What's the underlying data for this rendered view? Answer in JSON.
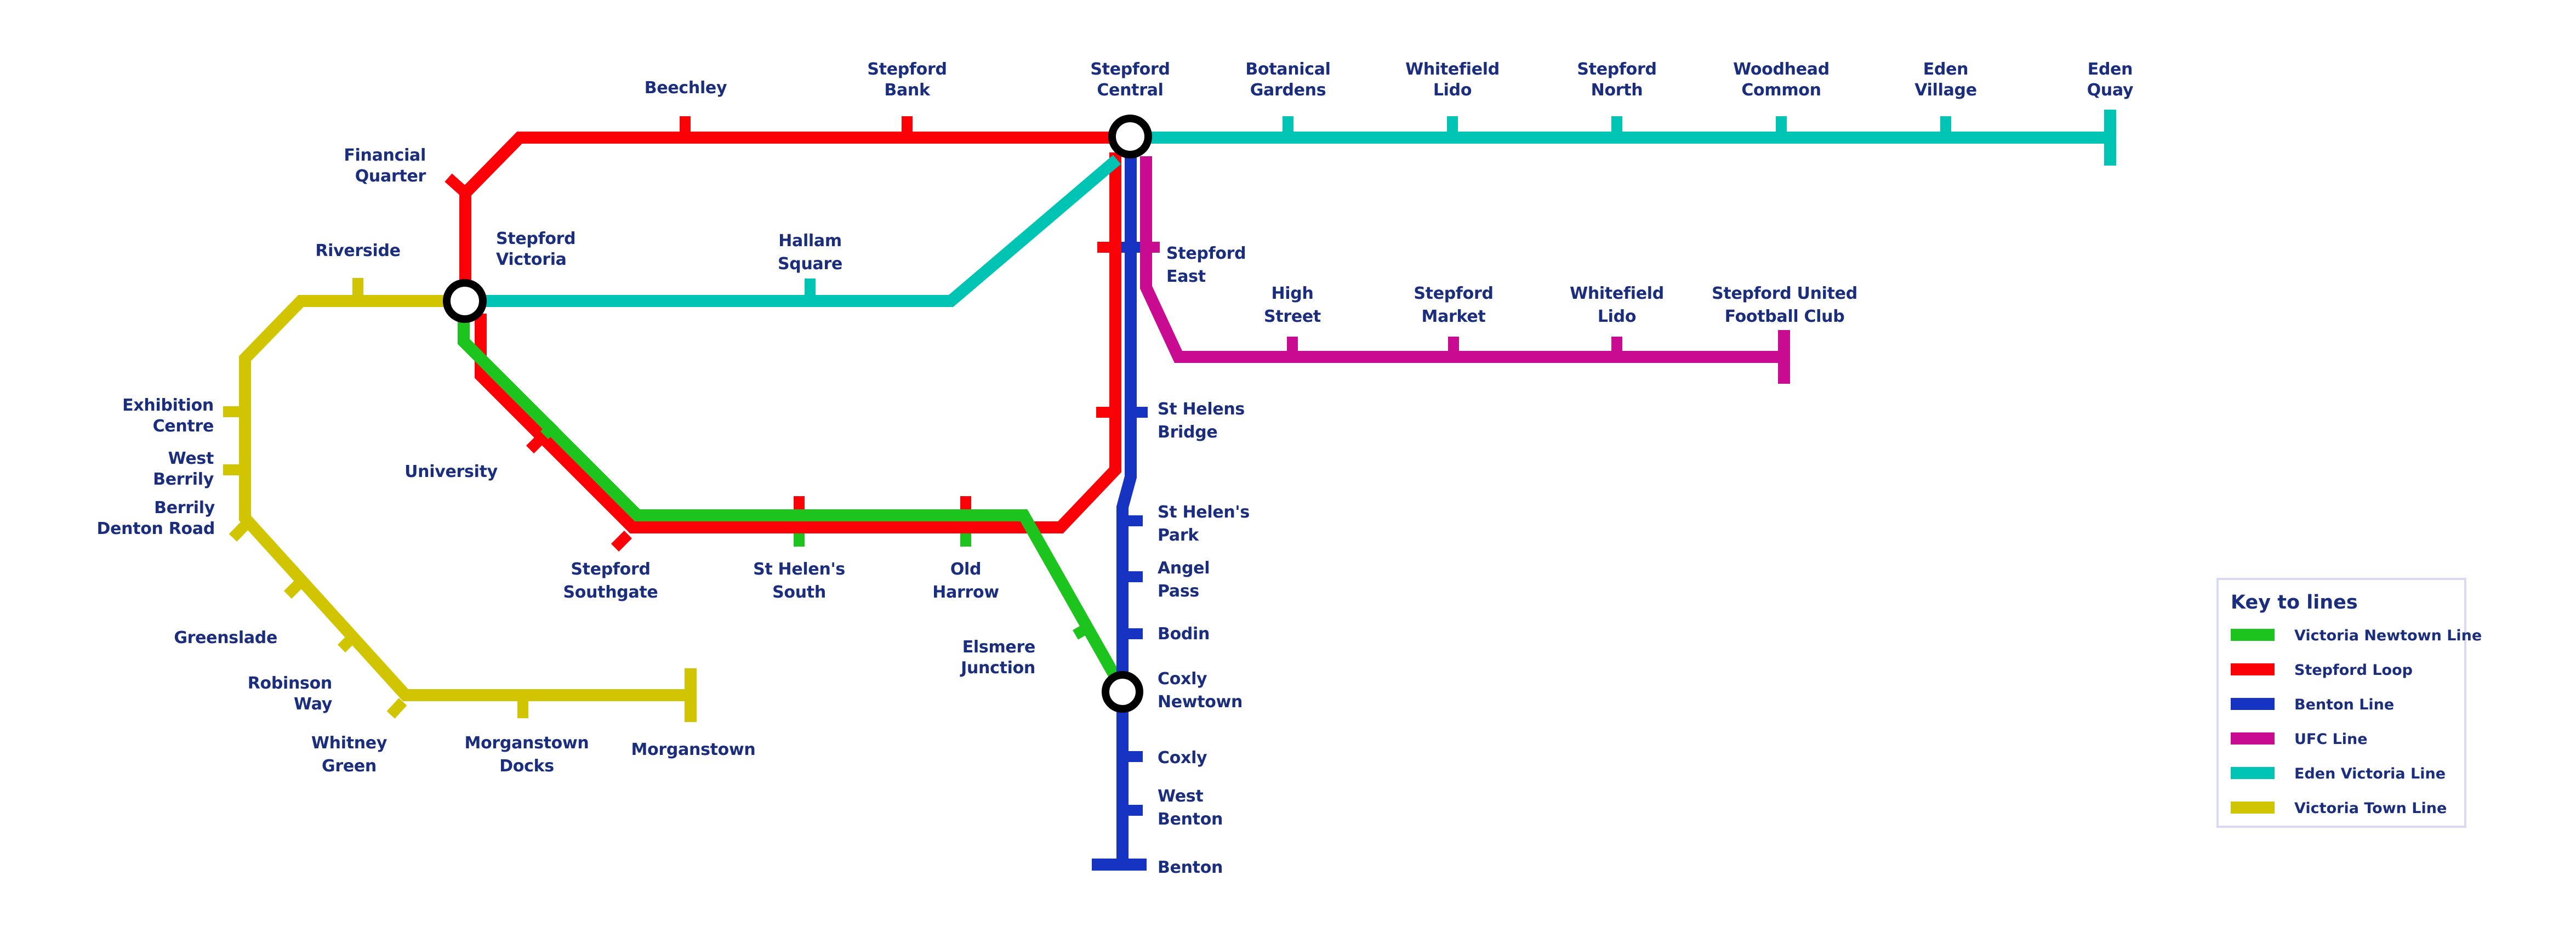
{
  "colors": {
    "navy": "#1b2e7e",
    "red": "#fb0007",
    "green": "#1ec41e",
    "blue": "#1733c2",
    "magenta": "#c90b92",
    "teal": "#00c4b3",
    "yellow": "#d1c400",
    "interchange_ring": "#000000",
    "interchange_fill": "#ffffff",
    "legend_border": "#d9d9f2",
    "background": "#ffffff"
  },
  "legend": {
    "title": "Key to lines",
    "items": [
      {
        "label": "Victoria Newtown Line",
        "color": "#1ec41e"
      },
      {
        "label": "Stepford Loop",
        "color": "#fb0007"
      },
      {
        "label": "Benton Line",
        "color": "#1733c2"
      },
      {
        "label": "UFC Line",
        "color": "#c90b92"
      },
      {
        "label": "Eden Victoria Line",
        "color": "#00c4b3"
      },
      {
        "label": "Victoria Town Line",
        "color": "#d1c400"
      }
    ]
  },
  "stations": {
    "beechley": [
      "Beechley"
    ],
    "stepford_bank": [
      "Stepford",
      "Bank"
    ],
    "stepford_central": [
      "Stepford",
      "Central"
    ],
    "botanical_gardens": [
      "Botanical",
      "Gardens"
    ],
    "whitefield_lido_north": [
      "Whitefield",
      "Lido"
    ],
    "stepford_north": [
      "Stepford",
      "North"
    ],
    "woodhead_common": [
      "Woodhead",
      "Common"
    ],
    "eden_village": [
      "Eden",
      "Village"
    ],
    "eden_quay": [
      "Eden",
      "Quay"
    ],
    "financial_quarter": [
      "Financial",
      "Quarter"
    ],
    "stepford_victoria": [
      "Stepford",
      "Victoria"
    ],
    "riverside": [
      "Riverside"
    ],
    "hallam_square": [
      "Hallam",
      "Square"
    ],
    "stepford_east": [
      "Stepford",
      "East"
    ],
    "high_street": [
      "High",
      "Street"
    ],
    "stepford_market": [
      "Stepford",
      "Market"
    ],
    "whitefield_lido": [
      "Whitefield",
      "Lido"
    ],
    "stepford_united": [
      "Stepford United",
      "Football Club"
    ],
    "exhibition_centre": [
      "Exhibition",
      "Centre"
    ],
    "west_berrily": [
      "West",
      "Berrily"
    ],
    "berrily_denton_road": [
      "Berrily",
      "Denton Road"
    ],
    "university": [
      "University"
    ],
    "greenslade": [
      "Greenslade"
    ],
    "robinson_way": [
      "Robinson",
      "Way"
    ],
    "whitney_green": [
      "Whitney",
      "Green"
    ],
    "morganstown_docks": [
      "Morganstown",
      "Docks"
    ],
    "morganstown": [
      "Morganstown"
    ],
    "stepford_southgate": [
      "Stepford",
      "Southgate"
    ],
    "st_helens_south": [
      "St Helen's",
      "South"
    ],
    "old_harrow": [
      "Old",
      "Harrow"
    ],
    "elsmere_junction": [
      "Elsmere",
      "Junction"
    ],
    "st_helens_bridge": [
      "St Helens",
      "Bridge"
    ],
    "st_helens_park": [
      "St Helen's",
      "Park"
    ],
    "angel_pass": [
      "Angel",
      "Pass"
    ],
    "bodin": [
      "Bodin"
    ],
    "coxly_newtown": [
      "Coxly",
      "Newtown"
    ],
    "coxly": [
      "Coxly"
    ],
    "west_benton": [
      "West",
      "Benton"
    ],
    "benton": [
      "Benton"
    ]
  }
}
